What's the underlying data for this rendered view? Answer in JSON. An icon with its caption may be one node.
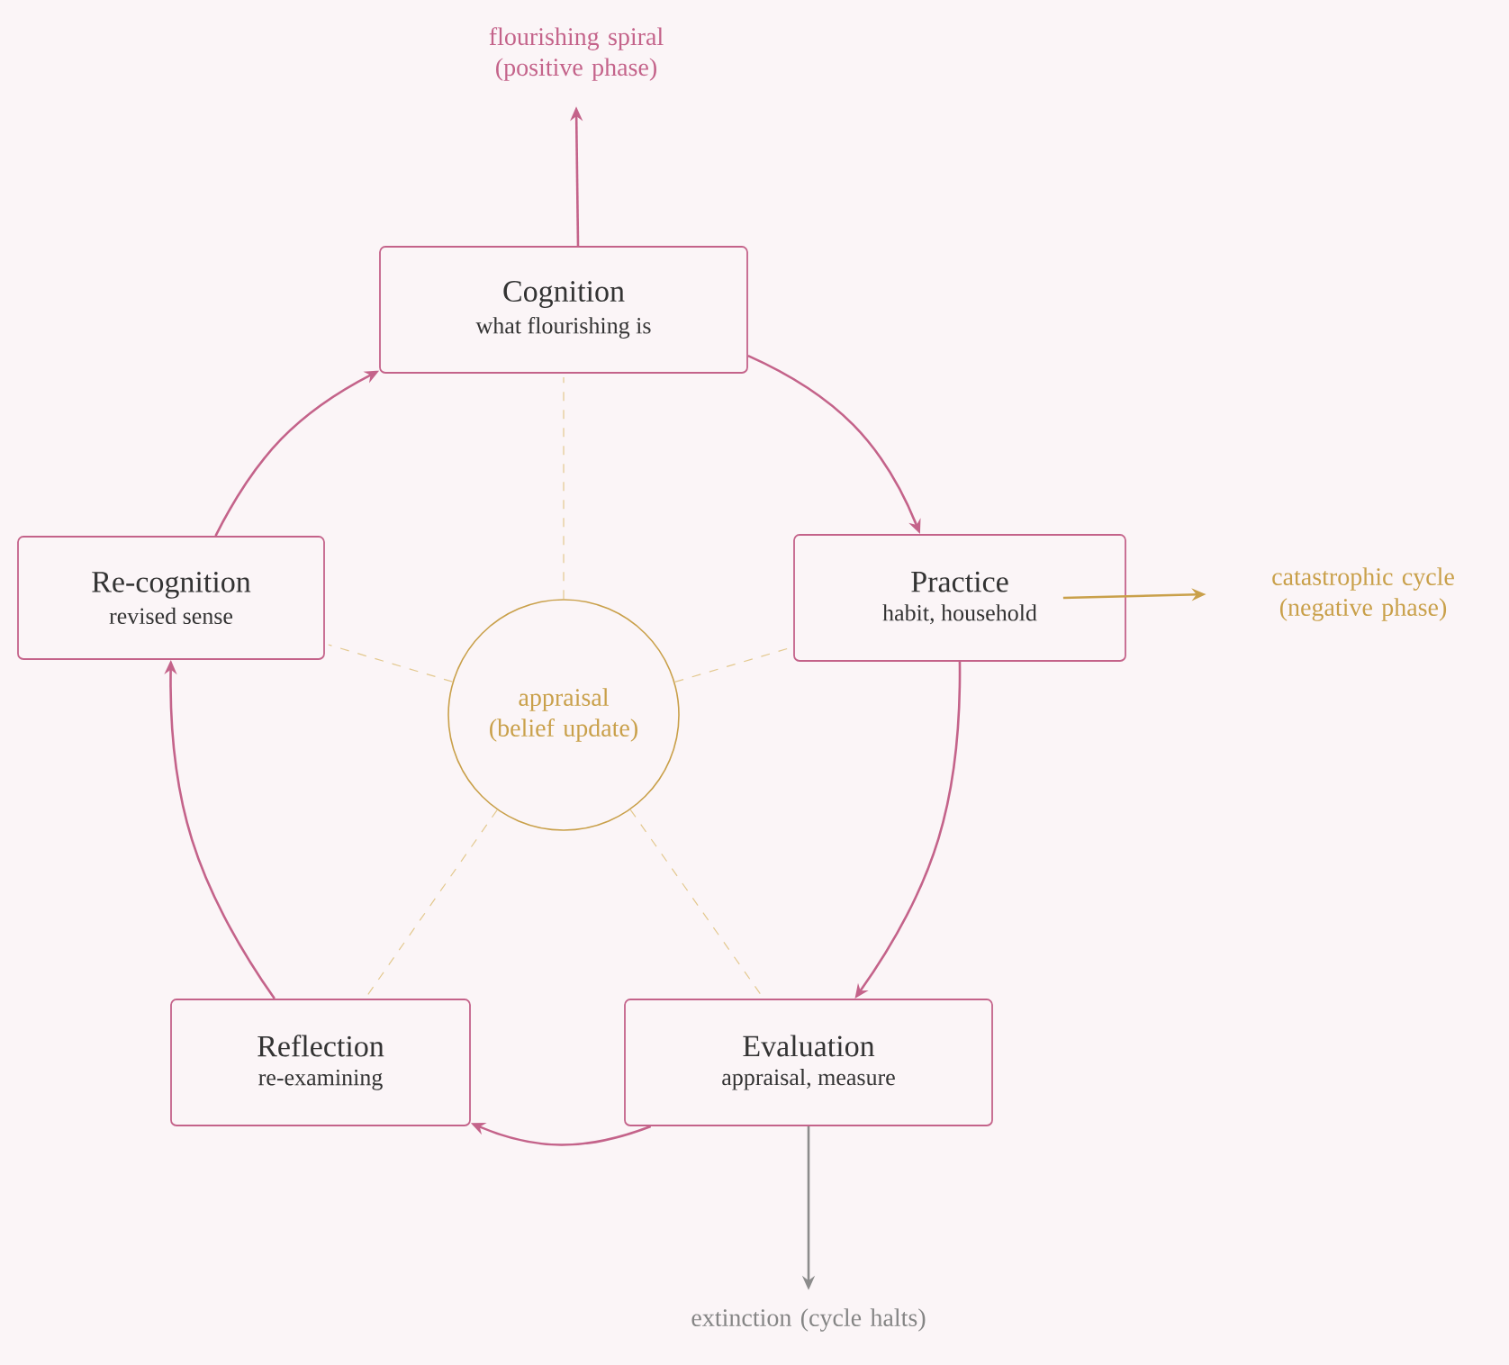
{
  "diagram": {
    "nodes": [
      {
        "text": [
          "Cognition",
          "what flourishing is"
        ]
      },
      {
        "text": [
          "Practice",
          "habit, household"
        ]
      },
      {
        "text": [
          "Evaluation",
          "appraisal, measure"
        ]
      },
      {
        "text": [
          "Reflection",
          "re-examining"
        ]
      },
      {
        "text": [
          "Re-cognition",
          "revised sense"
        ]
      },
      {
        "text": [
          "appraisal (belief update)"
        ]
      },
      {
        "text": [
          "flourishing spiral (positive phase)"
        ]
      },
      {
        "text": [
          "catastrophic cycle (negative phase)"
        ]
      },
      {
        "text": [
          "extinction (cycle halts)"
        ]
      }
    ],
    "edges": [
      {
        "from": 0,
        "to": 1,
        "arrow": "to"
      },
      {
        "from": 1,
        "to": 2,
        "arrow": "to"
      },
      {
        "from": 2,
        "to": 3,
        "arrow": "to"
      },
      {
        "from": 3,
        "to": 4,
        "arrow": "to"
      },
      {
        "from": 4,
        "to": 0,
        "arrow": "to"
      },
      {
        "from": 0,
        "to": 6,
        "arrow": "to"
      },
      {
        "from": 1,
        "to": 7,
        "arrow": "to",
        "color": "#c9a04a"
      },
      {
        "from": 2,
        "to": 8,
        "arrow": "to",
        "color": "#8c8c8c"
      },
      {
        "from": 5,
        "to": 0,
        "arrow": "none",
        "style": "dashed",
        "color": "#e3c88e"
      },
      {
        "from": 5,
        "to": 1,
        "arrow": "none",
        "style": "dashed",
        "color": "#e3c88e"
      },
      {
        "from": 5,
        "to": 2,
        "arrow": "none",
        "style": "dashed",
        "color": "#e3c88e"
      },
      {
        "from": 5,
        "to": 3,
        "arrow": "none",
        "style": "dashed",
        "color": "#e3c88e"
      },
      {
        "from": 5,
        "to": 4,
        "arrow": "none",
        "style": "dashed",
        "color": "#e3c88e"
      }
    ]
  }
}
